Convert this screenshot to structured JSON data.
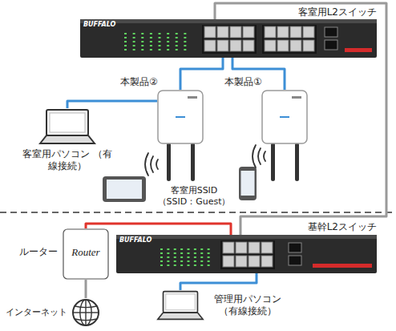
{
  "diagram": {
    "nodes": [
      {
        "text": [
          "客室用L2スイッチ"
        ]
      },
      {
        "text": [
          "本製品②"
        ]
      },
      {
        "text": [
          "本製品①"
        ]
      },
      {
        "text": [
          "客室用パソコン （有線接続）"
        ]
      },
      {
        "text": [
          "基幹L2スイッチ"
        ]
      },
      {
        "text": [
          "Router",
          "ルーター"
        ]
      },
      {
        "text": [
          "インターネット"
        ]
      },
      {
        "text": [
          "管理用パソコン （有線接続）"
        ]
      }
    ],
    "edges": [
      {
        "from": 0,
        "to": 1,
        "arrow": "none"
      },
      {
        "from": 0,
        "to": 2,
        "arrow": "none"
      },
      {
        "from": 1,
        "to": 3,
        "arrow": "none"
      },
      {
        "from": 0,
        "to": 4,
        "arrow": "none"
      },
      {
        "from": 5,
        "to": 4,
        "arrow": "none"
      },
      {
        "from": 5,
        "to": 6,
        "arrow": "none"
      },
      {
        "from": 4,
        "to": 7,
        "arrow": "none"
      }
    ],
    "labels": [
      "BUFFALO",
      "客室用SSID （SSID：Guest）",
      "BUFFALO"
    ]
  }
}
